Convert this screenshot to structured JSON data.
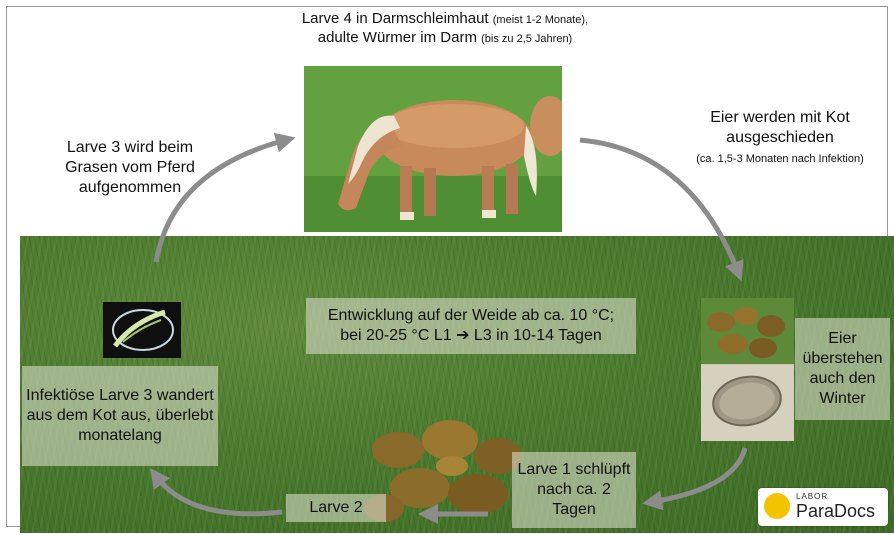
{
  "captions": {
    "top_main_1": "Larve 4 in Darmschleimhaut",
    "top_note_1": "(meist 1-2 Monate),",
    "top_main_2": "adulte Würmer im Darm",
    "top_note_2": "(bis zu 2,5 Jahren)",
    "left_top": "Larve 3 wird beim Grasen vom Pferd aufgenommen",
    "right_top_main": "Eier werden mit Kot ausgeschieden",
    "right_top_note": "(ca. 1,5-3 Monaten nach Infektion)"
  },
  "boxes": {
    "development_line1": "Entwicklung auf der Weide ab ca. 10 °C;",
    "development_line2_a": "bei 20-25 °C L1",
    "development_arrow": "➔",
    "development_line2_b": "L3 in 10-14 Tagen",
    "larva3": "Infektiöse Larve 3 wandert aus dem Kot aus, überlebt monatelang",
    "eggs": "Eier überstehen auch den Winter",
    "larva1": "Larve 1 schlüpft nach ca. 2 Tagen",
    "larva2": "Larve 2"
  },
  "logo": {
    "sub": "LABOR",
    "main": "ParaDocs"
  },
  "colors": {
    "arrow": "#8c8c8c",
    "box": "#d2d7c3",
    "grass": "#4a7a2c",
    "logo_accent": "#f3c300"
  }
}
